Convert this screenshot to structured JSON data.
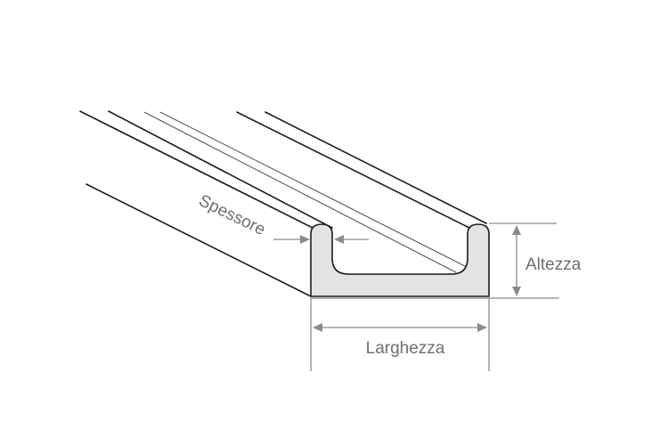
{
  "labels": {
    "thickness": "Spessore",
    "height": "Altezza",
    "width": "Larghezza"
  },
  "colors": {
    "outline": "#1a1a1a",
    "section_fill": "#e3e3e3",
    "dimension": "#8a8a8a",
    "label": "#6f6f6f"
  }
}
